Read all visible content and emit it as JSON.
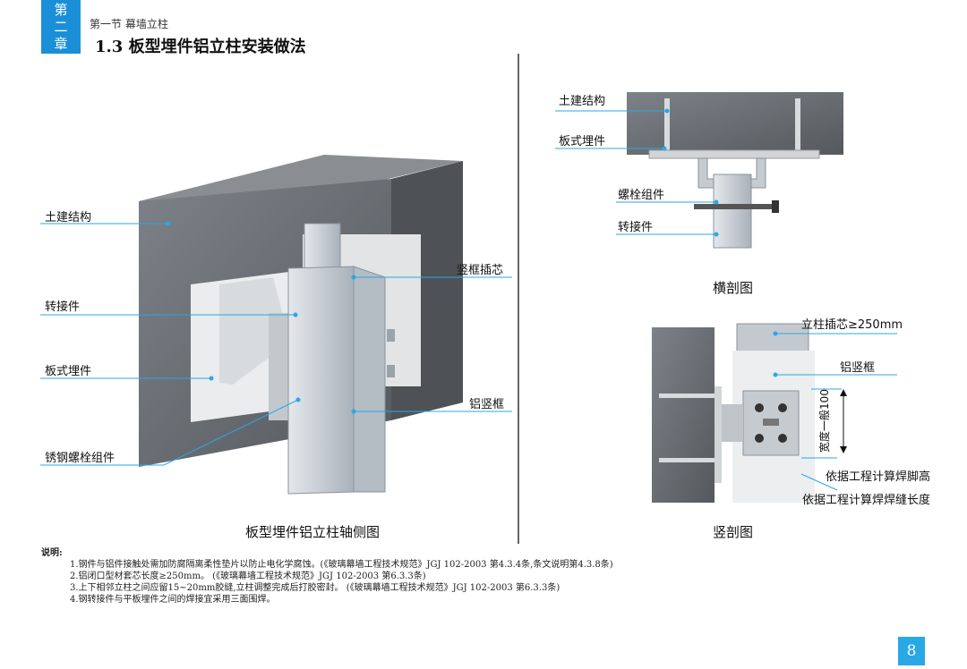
{
  "header": {
    "chapter_tab": [
      "第",
      "二",
      "章"
    ],
    "section": "第一节 幕墙立柱",
    "title": "1.3 板型埋件铝立柱安装做法"
  },
  "axonometric": {
    "caption": "板型埋件铝立柱轴侧图",
    "labels": {
      "structure": "土建结构",
      "adapter": "转接件",
      "embed_plate": "板式埋件",
      "bolt": "锈钢螺栓组件",
      "sleeve": "竖框插芯",
      "mullion": "铝竖框"
    }
  },
  "cross_section": {
    "caption": "横剖图",
    "labels": {
      "structure": "土建结构",
      "embed_plate": "板式埋件",
      "bolt": "螺栓组件",
      "adapter": "转接件"
    }
  },
  "vertical_section": {
    "caption": "竖剖图",
    "labels": {
      "sleeve": "立柱插芯≥250mm",
      "mullion": "铝竖框",
      "width": "宽度一般100",
      "weld_height": "依据工程计算焊脚高",
      "weld_length": "依据工程计算焊焊缝长度"
    }
  },
  "notes": {
    "heading": "说明:",
    "items": [
      "1.钢件与铝件接触处需加防腐隔离柔性垫片以防止电化学腐蚀。(《玻璃幕墙工程技术规范》JGJ 102-2003 第4.3.4条,条文说明第4.3.8条)",
      "2.铝闭口型材套芯长度≥250mm。  (《玻璃幕墙工程技术规范》JGJ 102-2003 第6.3.3条)",
      "3.上下相邻立柱之间应留15~20mm胶缝,立柱调整完成后打胶密封。  (《玻璃幕墙工程技术规范》JGJ 102-2003 第6.3.3条)",
      "4.钢转接件与平板埋件之间的焊接宜采用三面围焊。"
    ]
  },
  "page_number": "8",
  "colors": {
    "accent": "#1a8fd8",
    "leader": "#29a8e6",
    "concrete": "#6e7278",
    "aluminum": "#c9cfd6"
  }
}
